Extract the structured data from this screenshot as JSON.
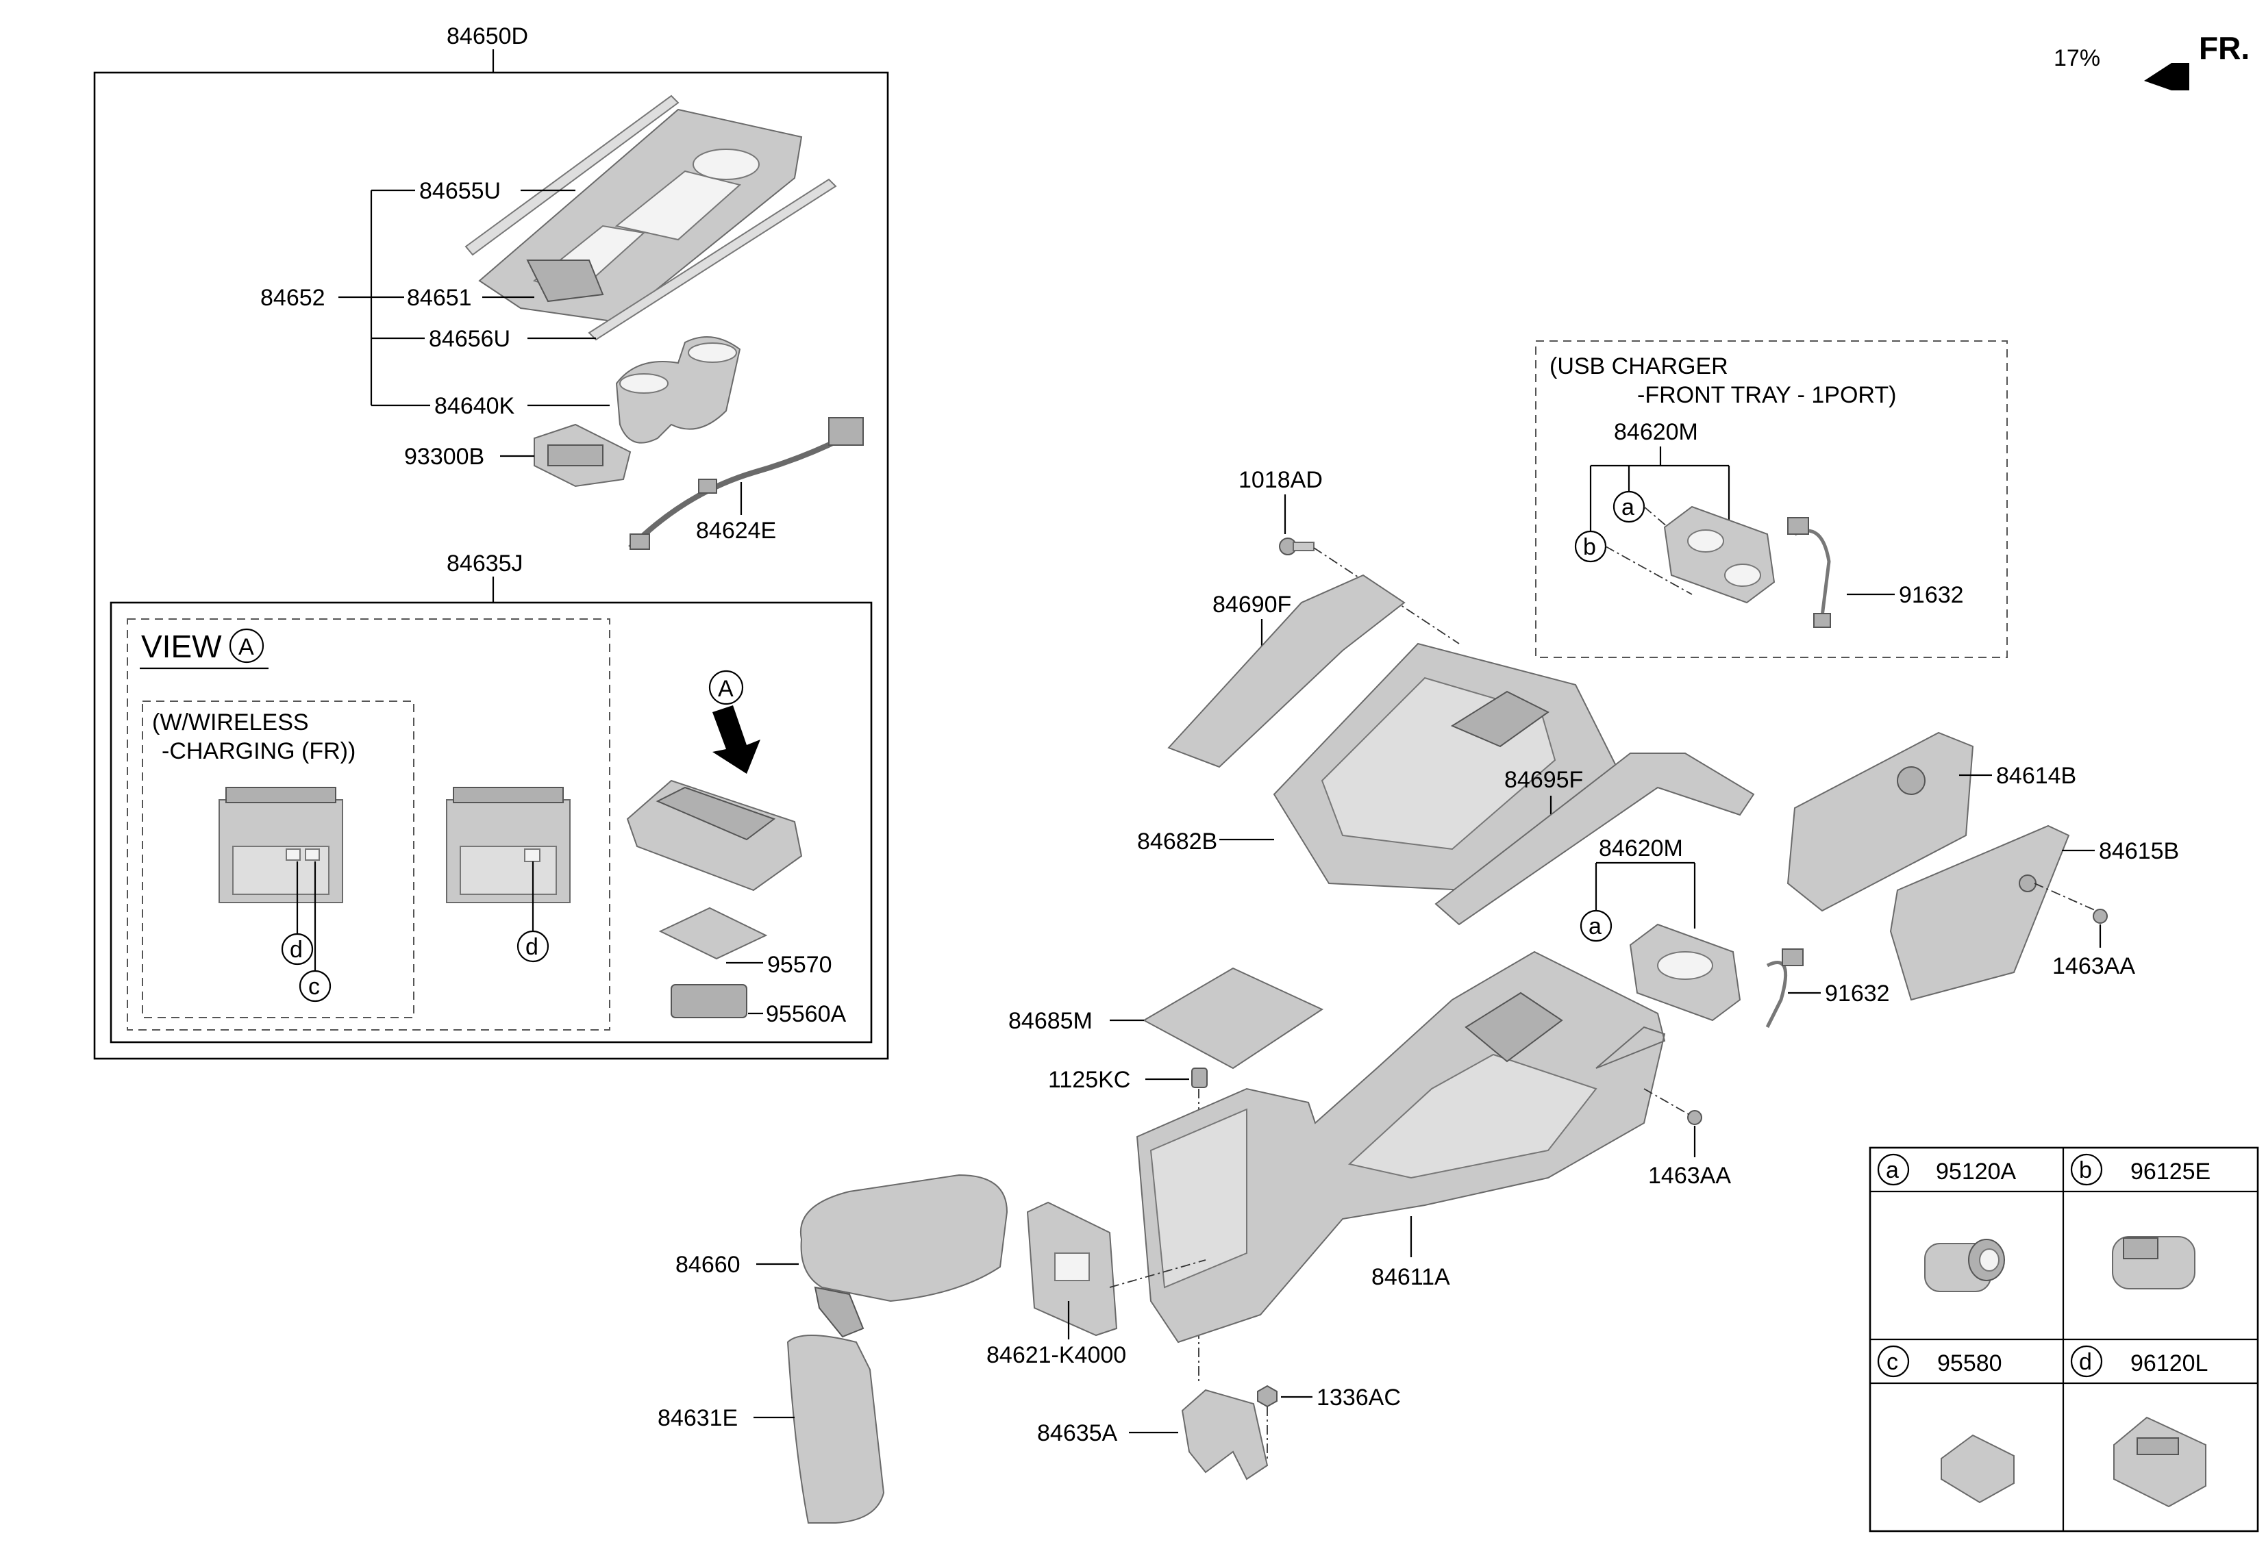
{
  "header": {
    "percent": "17%",
    "front_label": "FR."
  },
  "groups": {
    "top_assembly": "84650D",
    "sub_assembly": "84635J",
    "view_title": "VIEW",
    "view_marker": "A",
    "wireless_note_line1": "(W/WIRELESS",
    "wireless_note_line2": "-CHARGING (FR))",
    "usb_note_line1": "(USB CHARGER",
    "usb_note_line2": "-FRONT TRAY - 1PORT)"
  },
  "labels": {
    "p84655U": "84655U",
    "p84652": "84652",
    "p84651": "84651",
    "p84656U": "84656U",
    "p84640K": "84640K",
    "p93300B": "93300B",
    "p84624E": "84624E",
    "p95570": "95570",
    "p95560A": "95560A",
    "p84620M_top": "84620M",
    "p91632_top": "91632",
    "p1018AD": "1018AD",
    "p84690F": "84690F",
    "p84682B": "84682B",
    "p84695F": "84695F",
    "p84614B": "84614B",
    "p84615B": "84615B",
    "p84620M": "84620M",
    "p91632": "91632",
    "p1463AA_right": "1463AA",
    "p84685M": "84685M",
    "p1125KC": "1125KC",
    "p1463AA": "1463AA",
    "p84660": "84660",
    "p84611A": "84611A",
    "p84621": "84621-K4000",
    "p84631E": "84631E",
    "p84635A": "84635A",
    "p1336AC": "1336AC"
  },
  "callout_letters": {
    "a": "a",
    "b": "b",
    "c": "c",
    "d": "d"
  },
  "legend": [
    {
      "letter": "a",
      "part": "95120A"
    },
    {
      "letter": "b",
      "part": "96125E"
    },
    {
      "letter": "c",
      "part": "95580"
    },
    {
      "letter": "d",
      "part": "96120L"
    }
  ]
}
